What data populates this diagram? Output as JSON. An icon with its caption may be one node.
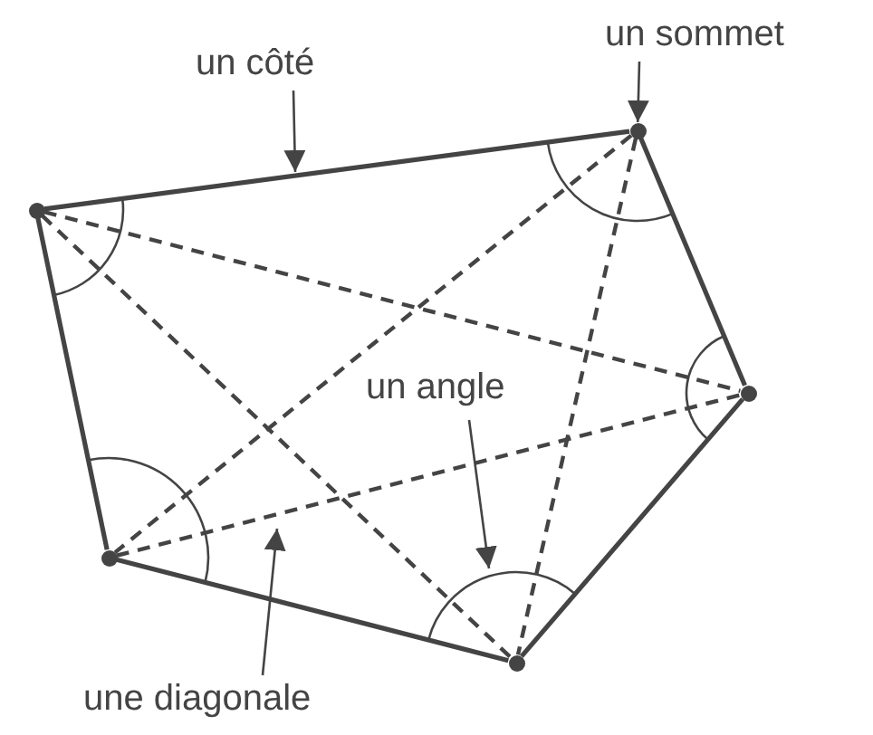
{
  "diagram": {
    "nodes": [
      {
        "text": [
          "un côté"
        ]
      },
      {
        "text": [
          "un sommet"
        ]
      },
      {
        "text": [],
        "shape": "circle"
      },
      {
        "text": [],
        "shape": "circle"
      },
      {
        "text": [],
        "shape": "circle"
      },
      {
        "text": [],
        "shape": "circle"
      },
      {
        "text": [],
        "shape": "circle"
      },
      {
        "text": [
          "un angle"
        ]
      },
      {
        "text": [
          "une diagonale"
        ]
      }
    ],
    "edges": [
      {
        "from": 2,
        "to": 3,
        "arrow": "none"
      },
      {
        "from": 3,
        "to": 4,
        "arrow": "none"
      },
      {
        "from": 4,
        "to": 5,
        "arrow": "none"
      },
      {
        "from": 5,
        "to": 6,
        "arrow": "none"
      },
      {
        "from": 6,
        "to": 2,
        "arrow": "none"
      },
      {
        "from": 2,
        "to": 4,
        "arrow": "none",
        "style": "dashed"
      },
      {
        "from": 2,
        "to": 5,
        "arrow": "none",
        "style": "dashed"
      },
      {
        "from": 3,
        "to": 6,
        "arrow": "none",
        "style": "dashed"
      },
      {
        "from": 3,
        "to": 5,
        "arrow": "none",
        "style": "dashed"
      },
      {
        "from": 6,
        "to": 4,
        "arrow": "none",
        "style": "dashed"
      },
      {
        "from": 0,
        "to": null,
        "arrow": "to"
      },
      {
        "from": 1,
        "to": 3,
        "arrow": "to"
      },
      {
        "from": 7,
        "to": 5,
        "arrow": "to"
      },
      {
        "from": 8,
        "to": null,
        "arrow": "to"
      }
    ]
  }
}
